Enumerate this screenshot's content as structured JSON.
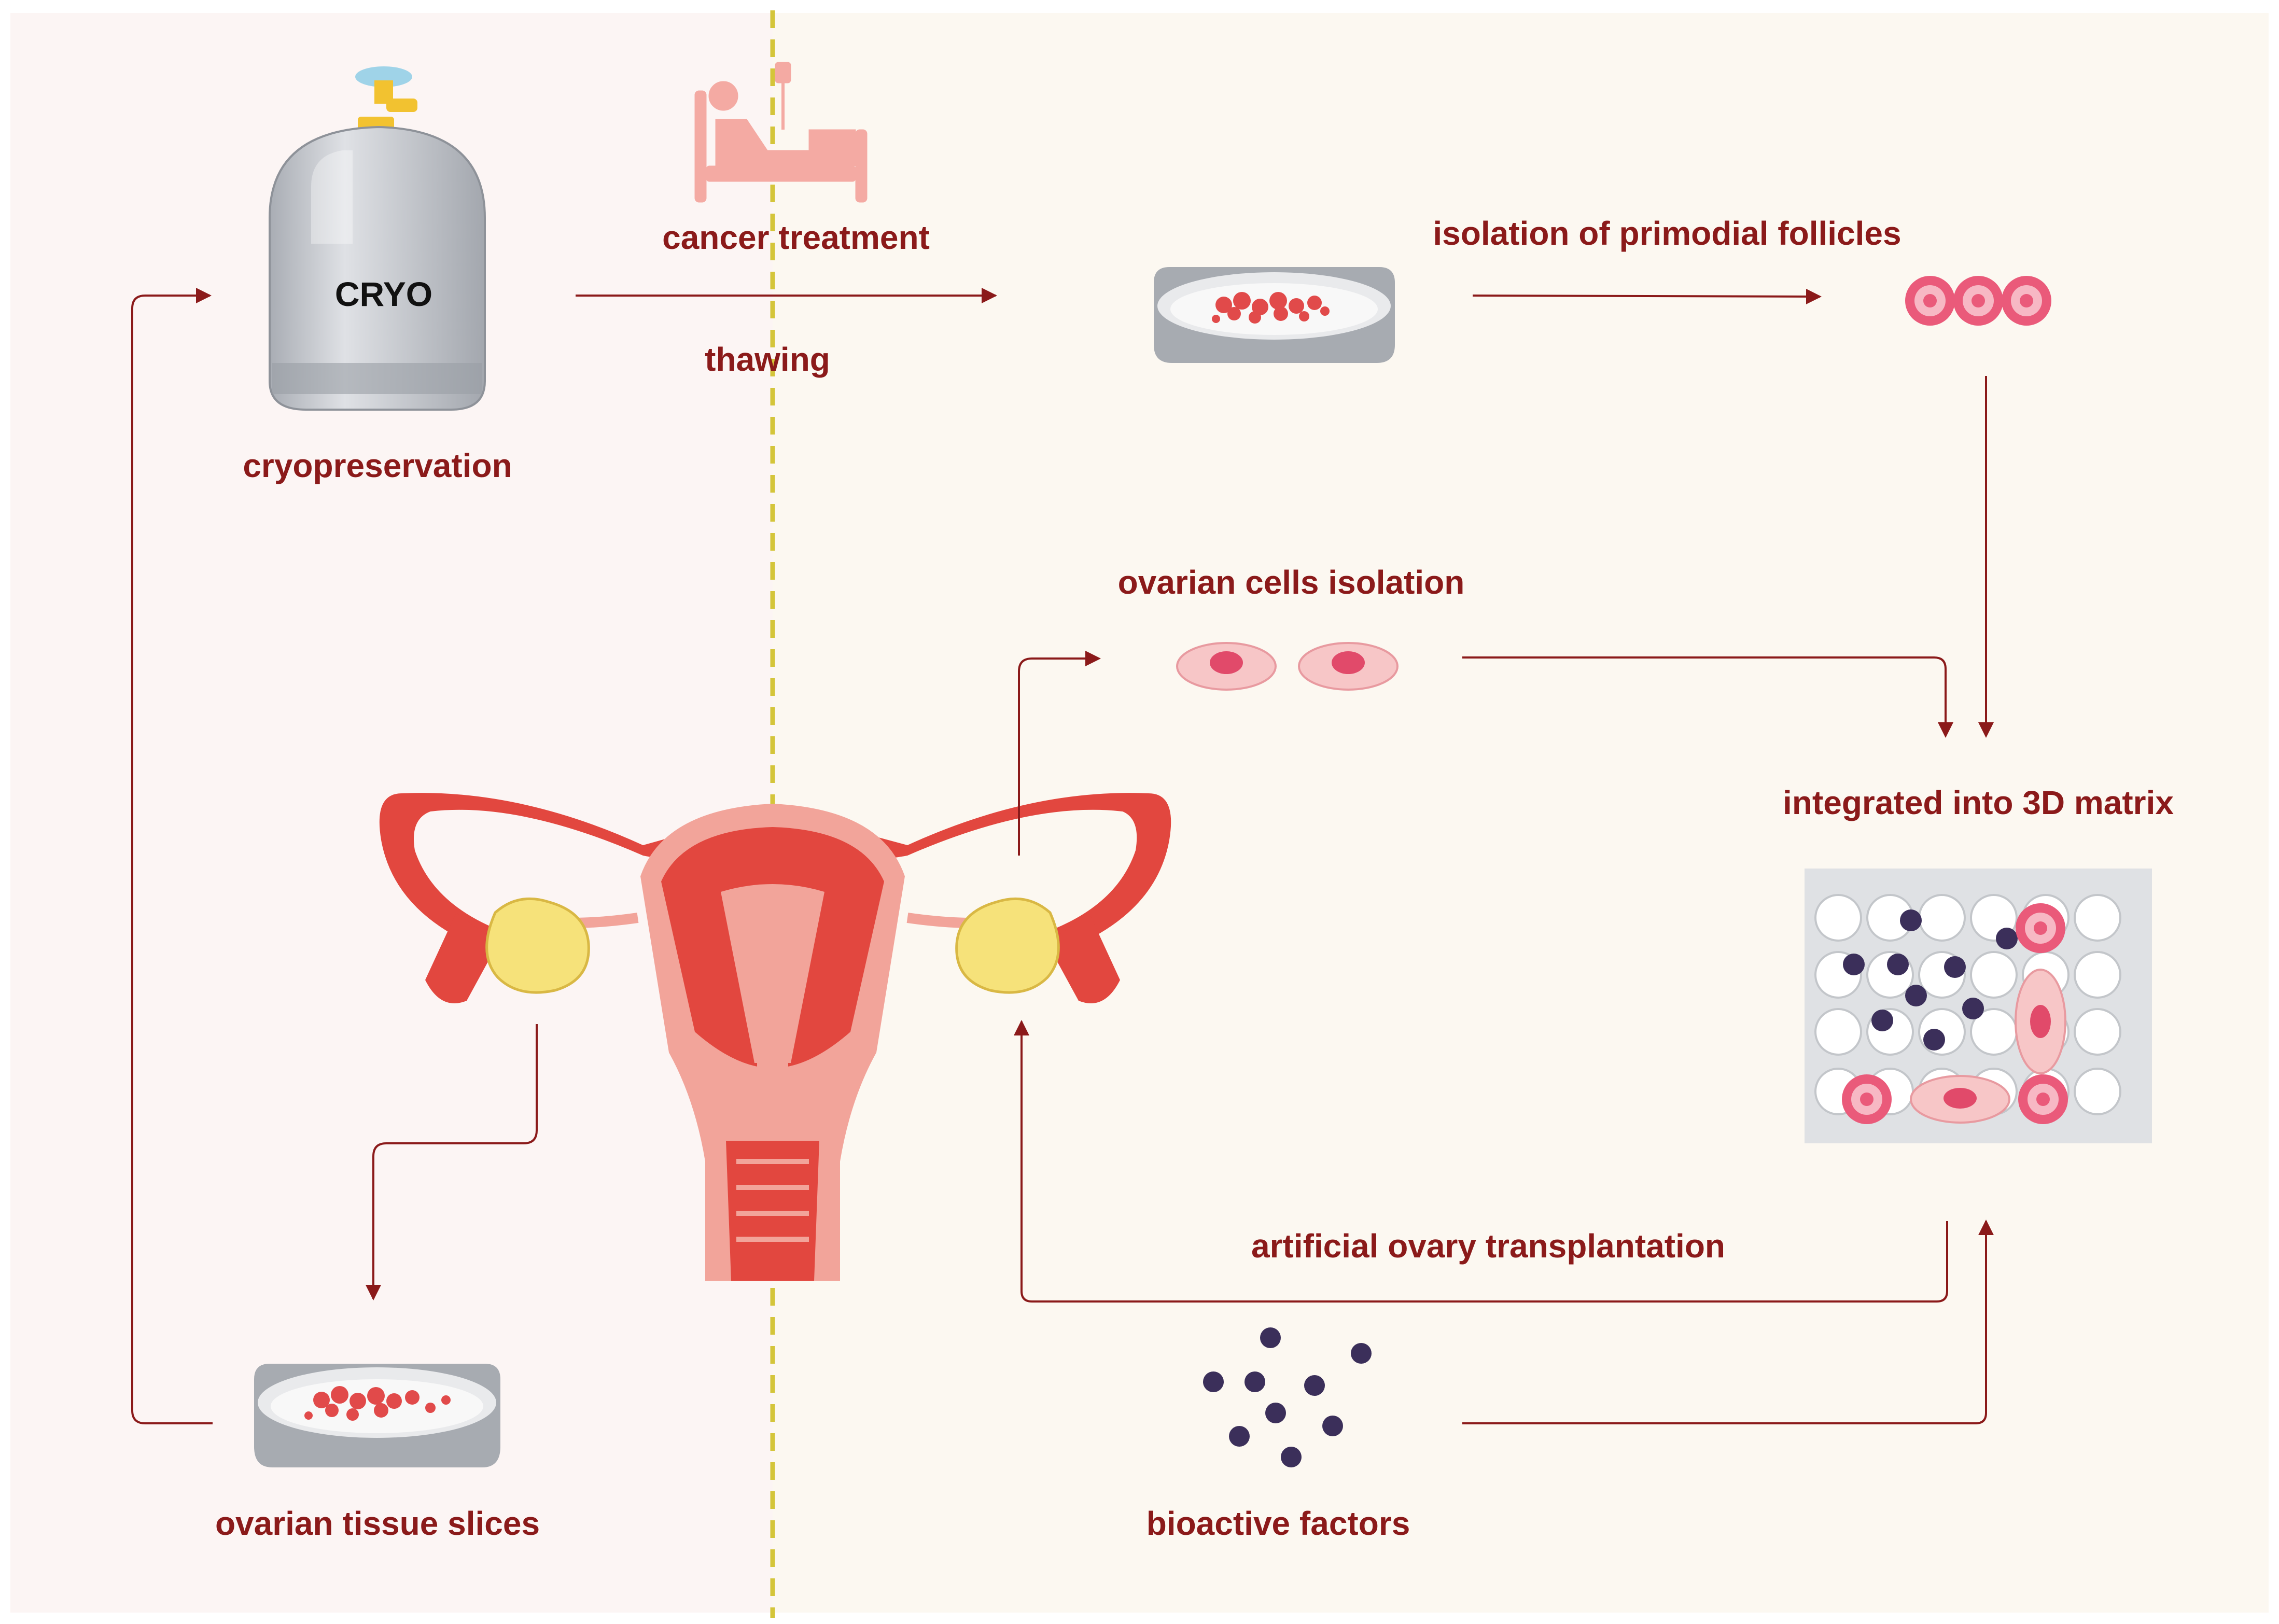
{
  "colors": {
    "left_panel": "#fcf5f4",
    "right_panel": "#fcf8f1",
    "divider": "#d4c53a",
    "arrow": "#8b1a1a",
    "label": "#8b1a1a",
    "uterus_pink": "#f2a49a",
    "uterus_red": "#e2473f",
    "ovary": "#f6e27a",
    "follicle": "#ea5a7a",
    "factor": "#3b2f5a",
    "tank": "#c3c6cc"
  },
  "labels": {
    "cryo_tank": "CRYO",
    "cryopreservation": "cryopreservation",
    "cancer_treatment": "cancer treatment",
    "thawing": "thawing",
    "isolation_follicles": "isolation of primodial follicles",
    "ovarian_cells_isolation": "ovarian cells isolation",
    "integrated_matrix": "integrated into 3D matrix",
    "artificial_transplantation": "artificial ovary transplantation",
    "bioactive_factors": "bioactive factors",
    "ovarian_tissue_slices": "ovarian tissue slices"
  },
  "icons": {
    "cryo_tank": "cryo-tank-icon",
    "patient_bed": "hospital-bed-icon",
    "petri_dish": "petri-dish-icon",
    "follicle": "follicle-icon",
    "ovarian_cell": "ovarian-cell-icon",
    "matrix": "scaffold-matrix-icon",
    "uterus": "uterus-icon",
    "bioactive_factor": "molecule-dot-icon"
  }
}
